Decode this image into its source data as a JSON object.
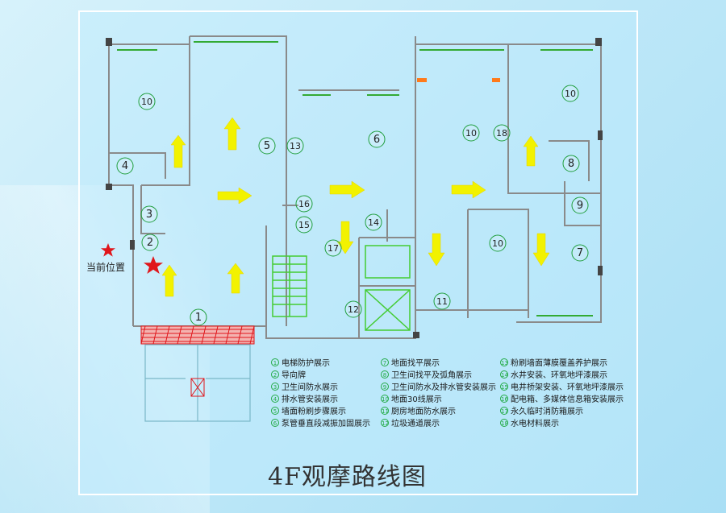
{
  "title": "4F观摩路线图",
  "current_position_label": "当前位置",
  "legend": [
    {
      "num": "1",
      "text": "电梯防护展示"
    },
    {
      "num": "2",
      "text": "导向牌"
    },
    {
      "num": "3",
      "text": "卫生间防水展示"
    },
    {
      "num": "4",
      "text": "排水管安装展示"
    },
    {
      "num": "5",
      "text": "墙面粉刷步骤展示"
    },
    {
      "num": "6",
      "text": "泵管垂直段减振加固展示"
    },
    {
      "num": "7",
      "text": "地面找平展示"
    },
    {
      "num": "8",
      "text": "卫生间找平及弧角展示"
    },
    {
      "num": "9",
      "text": "卫生间防水及排水管安装展示"
    },
    {
      "num": "10",
      "text": "地面30线展示"
    },
    {
      "num": "11",
      "text": "厨房地面防水展示"
    },
    {
      "num": "12",
      "text": "垃圾通道展示"
    },
    {
      "num": "13",
      "text": "粉刷墙面薄膜覆盖养护展示"
    },
    {
      "num": "14",
      "text": "水井安装、环氧地坪漆展示"
    },
    {
      "num": "15",
      "text": "电井桥架安装、环氧地坪漆展示"
    },
    {
      "num": "16",
      "text": "配电箱、多媒体信息箱安装展示"
    },
    {
      "num": "17",
      "text": "永久临时消防箱展示"
    },
    {
      "num": "18",
      "text": "水电材料展示"
    }
  ],
  "markers": [
    {
      "num": "10"
    },
    {
      "num": "4"
    },
    {
      "num": "5"
    },
    {
      "num": "13"
    },
    {
      "num": "6"
    },
    {
      "num": "10"
    },
    {
      "num": "18"
    },
    {
      "num": "10"
    },
    {
      "num": "8"
    },
    {
      "num": "3"
    },
    {
      "num": "2"
    },
    {
      "num": "16"
    },
    {
      "num": "15"
    },
    {
      "num": "14"
    },
    {
      "num": "17"
    },
    {
      "num": "9"
    },
    {
      "num": "10"
    },
    {
      "num": "7"
    },
    {
      "num": "11"
    },
    {
      "num": "12"
    },
    {
      "num": "1"
    }
  ],
  "colors": {
    "wall": "#888888",
    "arrow": "#f2f200",
    "marker": "#1f9e3c",
    "star": "#e0161b",
    "hatch": "#e0161b",
    "stairs": "#44cc33"
  }
}
